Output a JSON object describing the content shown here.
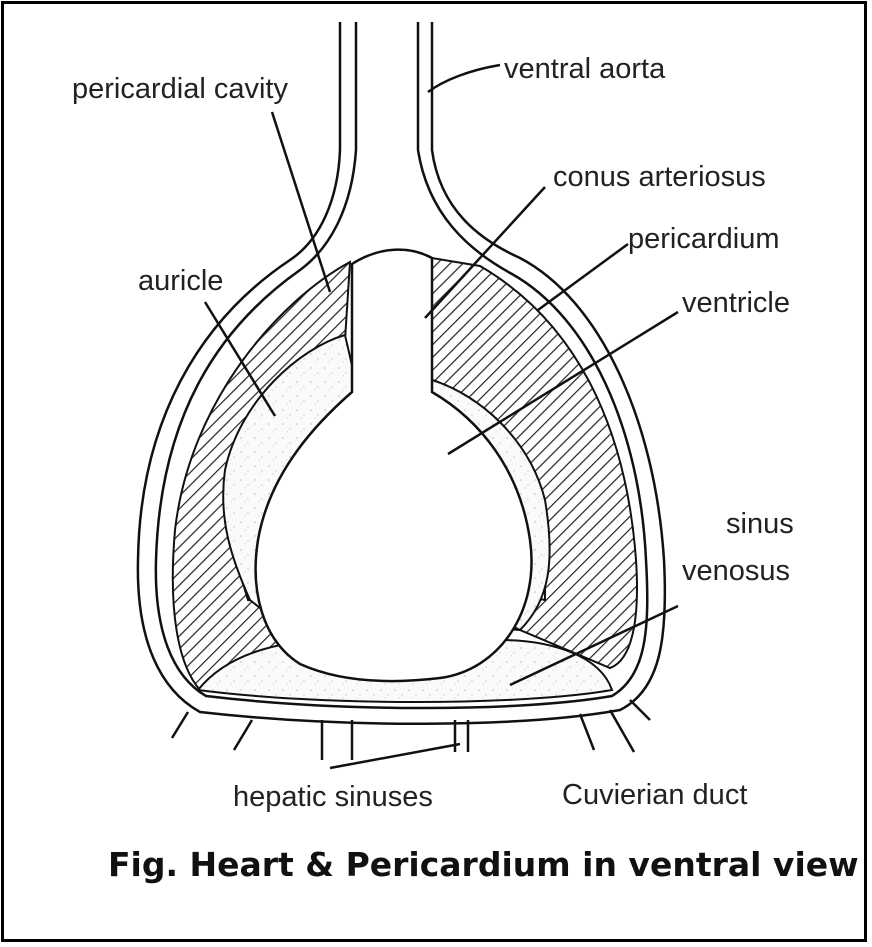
{
  "labels": {
    "ventral_aorta": "ventral aorta",
    "pericardial_cavity": "pericardial cavity",
    "conus_arteriosus": "conus arteriosus",
    "pericardium": "pericardium",
    "auricle": "auricle",
    "ventricle": "ventricle",
    "sinus": "sinus",
    "venosus": "venosus",
    "hepatic_sinuses": "hepatic sinuses",
    "cuvierian_duct": "Cuvierian duct"
  },
  "caption": "Fig. Heart & Pericardium in ventral view",
  "colors": {
    "ink": "#111111",
    "hatch": "#222222",
    "background": "#ffffff"
  }
}
